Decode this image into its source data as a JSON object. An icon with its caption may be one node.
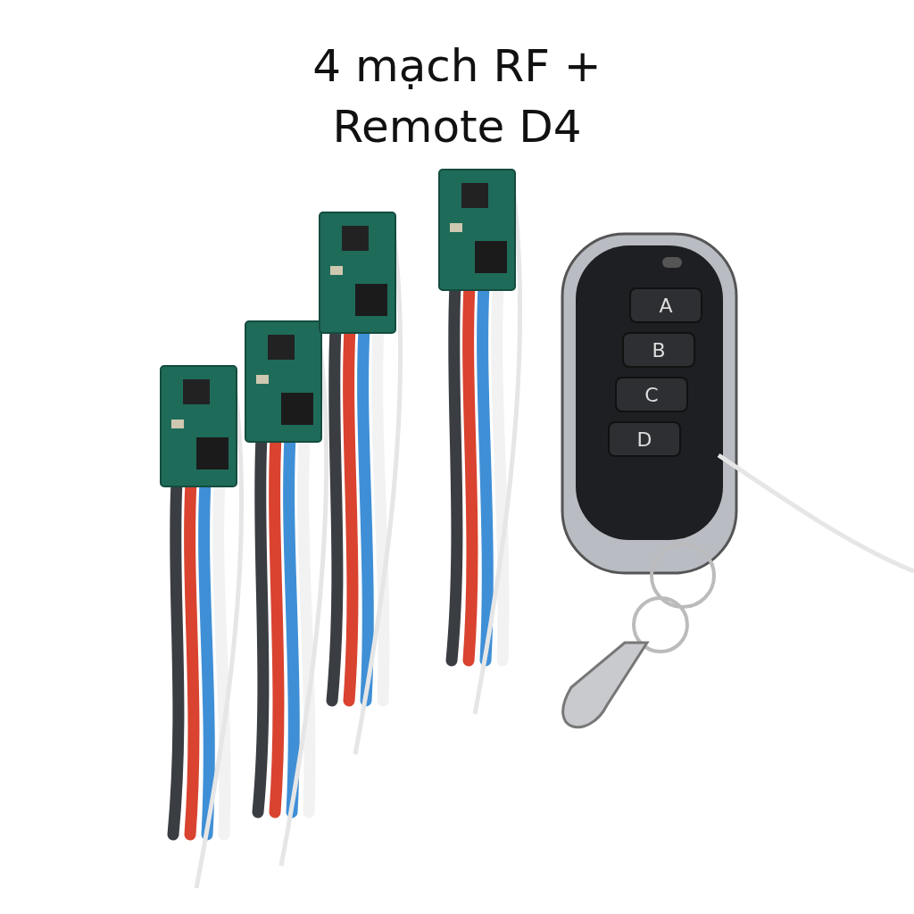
{
  "diagram": {
    "title": "4 mạch RF + Remote D4",
    "labels": [
      "A",
      "B",
      "C",
      "D"
    ]
  }
}
